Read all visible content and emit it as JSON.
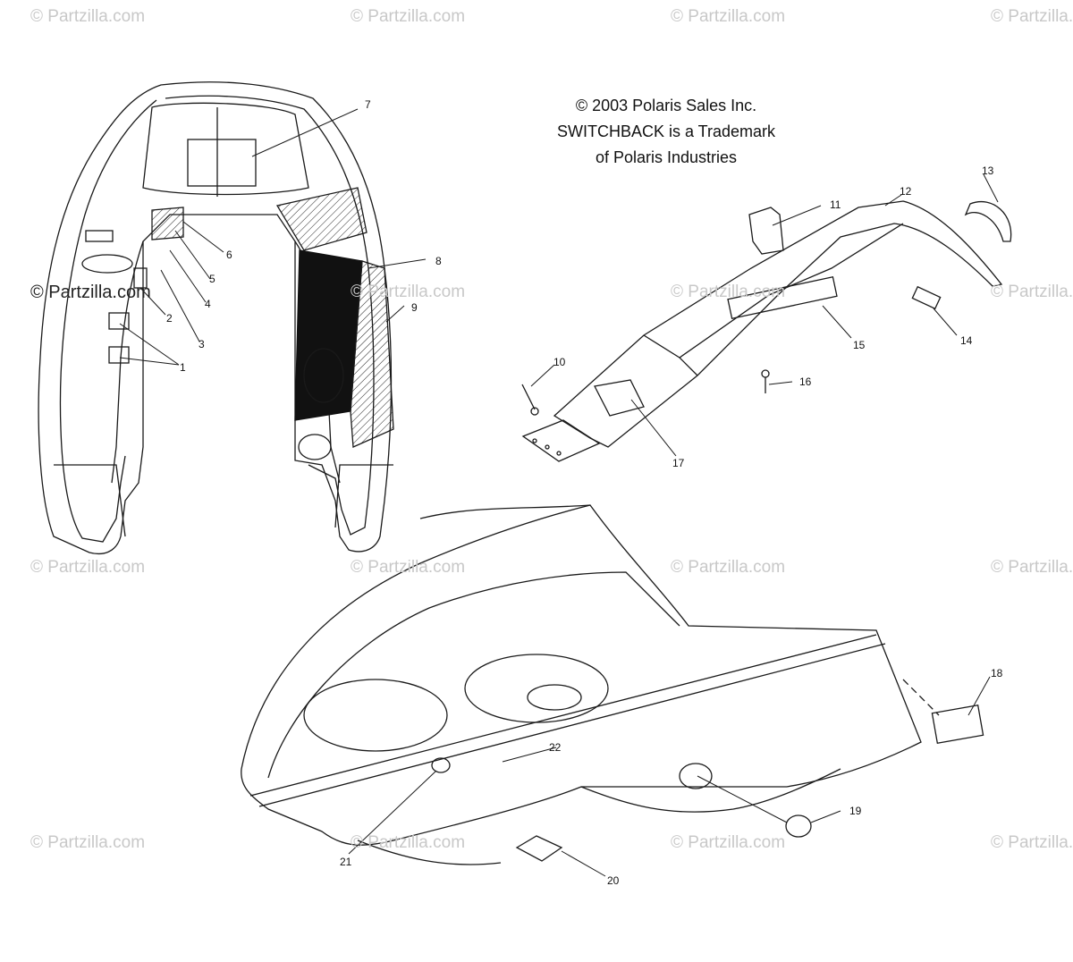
{
  "watermark_text": "© Partzilla.com",
  "copyright": {
    "line1": "© 2003 Polaris Sales Inc.",
    "line2": "SWITCHBACK is a Trademark",
    "line3": "of Polaris Industries"
  },
  "callouts": [
    "1",
    "2",
    "3",
    "4",
    "5",
    "6",
    "7",
    "8",
    "9",
    "10",
    "11",
    "12",
    "13",
    "14",
    "15",
    "16",
    "17",
    "18",
    "19",
    "20",
    "21",
    "22"
  ],
  "colors": {
    "line": "#1a1a1a",
    "watermark": "#c8c8c8",
    "background": "#ffffff"
  }
}
